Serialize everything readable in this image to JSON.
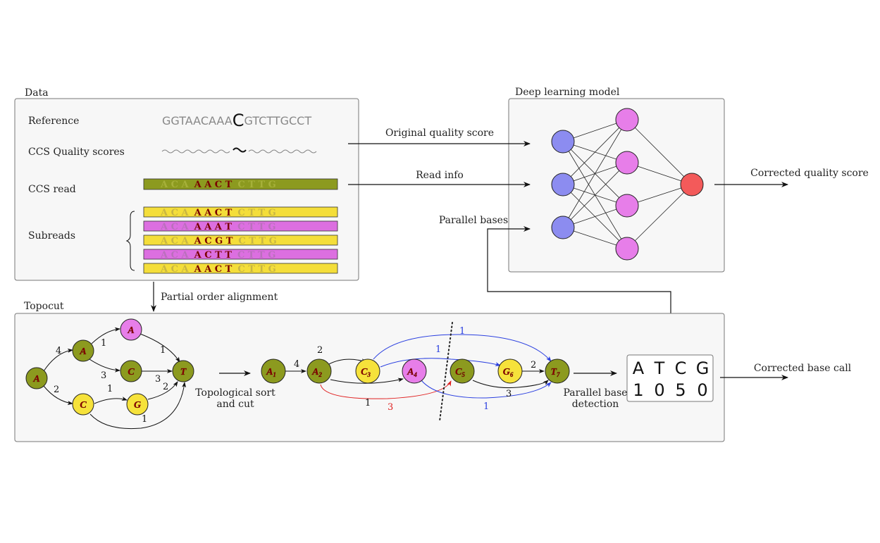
{
  "data_panel": {
    "title": "Data",
    "reference_label": "Reference",
    "reference_left": "GGTAACAAA",
    "reference_highlight": "C",
    "reference_right": "GTCTTGCCT",
    "quality_label": "CCS Quality scores",
    "ccs_read_label": "CCS read",
    "subreads_label": "Subreads",
    "ccs_read": {
      "dim_left": "A C A",
      "bold": "A A C T",
      "dim_right": "C T T G"
    },
    "subreads": [
      {
        "dim_left": "A C A",
        "bold": "A A C T",
        "dim_right": "C T T G",
        "color": "#f4de3a"
      },
      {
        "dim_left": "A C A",
        "bold": "A A A T",
        "dim_right": "C T T G",
        "color": "#dc6fe0"
      },
      {
        "dim_left": "A C A",
        "bold": "A C G T",
        "dim_right": "C T T G",
        "color": "#f4de3a"
      },
      {
        "dim_left": "A C A",
        "bold": "A C T T",
        "dim_right": "C T T G",
        "color": "#dc6fe0"
      },
      {
        "dim_left": "A C A",
        "bold": "A A C T",
        "dim_right": "C T T G",
        "color": "#f4de3a"
      }
    ]
  },
  "model_panel": {
    "title": "Deep learning model",
    "input_color": "#8c8cf0",
    "hidden_color": "#e77ee9",
    "output_color": "#f35a5a"
  },
  "arrows": {
    "original_quality": "Original quality score",
    "read_info": "Read info",
    "parallel_bases": "Parallel bases",
    "corrected_quality": "Corrected quality score",
    "partial_order": "Partial order alignment",
    "topo_sort_line1": "Topological sort",
    "topo_sort_line2": "and cut",
    "parallel_detect_line1": "Parallel base",
    "parallel_detect_line2": "detection",
    "corrected_base_call": "Corrected base call"
  },
  "topocut_panel": {
    "title": "Topocut",
    "colors": {
      "olive": "#8c9a1f",
      "yellow": "#f6e23b",
      "pink": "#e77ee9",
      "blue": "#2a3fe0",
      "red": "#e02020"
    },
    "graph1": {
      "nodes": [
        "A",
        "A",
        "A",
        "C",
        "T",
        "C",
        "G"
      ],
      "weights": [
        "4",
        "1",
        "1",
        "3",
        "3",
        "2",
        "1",
        "2",
        "1"
      ]
    },
    "graph2": {
      "nodes": [
        {
          "base": "A",
          "sub": "1"
        },
        {
          "base": "A",
          "sub": "2"
        },
        {
          "base": "C",
          "sub": "3"
        },
        {
          "base": "A",
          "sub": "4"
        },
        {
          "base": "C",
          "sub": "5"
        },
        {
          "base": "G",
          "sub": "6"
        },
        {
          "base": "T",
          "sub": "7"
        }
      ],
      "weights": [
        "4",
        "2",
        "1",
        "3",
        "1",
        "1",
        "2",
        "3",
        "1"
      ]
    },
    "table": {
      "bases": [
        "A",
        "T",
        "C",
        "G"
      ],
      "counts": [
        "1",
        "0",
        "5",
        "0"
      ]
    }
  }
}
